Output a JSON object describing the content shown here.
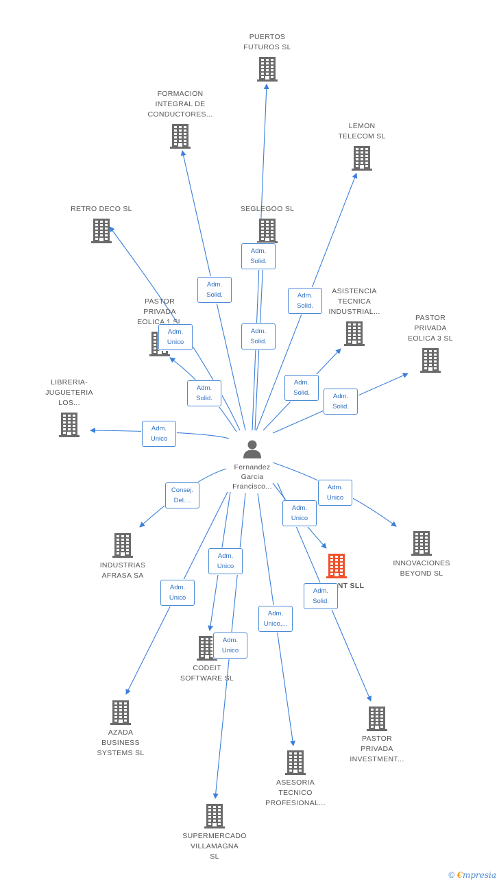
{
  "center": {
    "name": "Fernandez\nGarcia\nFrancisco..."
  },
  "nodes": [
    {
      "id": "puertos",
      "label": "PUERTOS\nFUTUROS SL",
      "highlight": false
    },
    {
      "id": "formacion",
      "label": "FORMACION\nINTEGRAL DE\nCONDUCTORES...",
      "highlight": false
    },
    {
      "id": "lemon",
      "label": "LEMON\nTELECOM SL",
      "highlight": false
    },
    {
      "id": "retro",
      "label": "RETRO DECO SL",
      "highlight": false
    },
    {
      "id": "seglegoo",
      "label": "SEGLEGOO SL",
      "highlight": false
    },
    {
      "id": "asistencia",
      "label": "ASISTENCIA\nTECNICA\nINDUSTRIAL...",
      "highlight": false
    },
    {
      "id": "pastor1",
      "label": "PASTOR\nPRIVADA\nEOLICA 1 SL",
      "highlight": false
    },
    {
      "id": "pastor3",
      "label": "PASTOR\nPRIVADA\nEOLICA 3 SL",
      "highlight": false
    },
    {
      "id": "libreria",
      "label": "LIBRERIA-\nJUGUETERIA\nLOS...",
      "highlight": false
    },
    {
      "id": "industrias",
      "label": "INDUSTRIAS\nAFRASA SA",
      "highlight": false
    },
    {
      "id": "innovaciones",
      "label": "INNOVACIONES\nBEYOND SL",
      "highlight": false
    },
    {
      "id": "incerunt",
      "label": "INCERUNT SLL",
      "highlight": true
    },
    {
      "id": "codeit",
      "label": "CODEIT\nSOFTWARE  SL",
      "highlight": false
    },
    {
      "id": "azada",
      "label": "AZADA\nBUSINESS\nSYSTEMS SL",
      "highlight": false
    },
    {
      "id": "pastorinv",
      "label": "PASTOR\nPRIVADA\nINVESTMENT...",
      "highlight": false
    },
    {
      "id": "asesoria",
      "label": "ASESORIA\nTECNICO\nPROFESIONAL...",
      "highlight": false
    },
    {
      "id": "supermercado",
      "label": "SUPERMERCADO\nVILLAMAGNA\nSL",
      "highlight": false
    }
  ],
  "edges": [
    {
      "to": "puertos",
      "label": "Adm.\nSolid."
    },
    {
      "to": "formacion",
      "label": "Adm.\nSolid."
    },
    {
      "to": "lemon",
      "label": "Adm.\nSolid."
    },
    {
      "to": "retro",
      "label": "Adm.\nSolid."
    },
    {
      "to": "seglegoo",
      "label": "Adm.\nSolid."
    },
    {
      "to": "asistencia",
      "label": "Adm.\nSolid."
    },
    {
      "to": "pastor1",
      "label": "Adm.\nUnico"
    },
    {
      "to": "pastor3",
      "label": "Adm.\nSolid."
    },
    {
      "to": "libreria",
      "label": "Adm.\nUnico"
    },
    {
      "to": "industrias",
      "label": "Consej.\nDel...."
    },
    {
      "to": "innovaciones",
      "label": "Adm.\nUnico"
    },
    {
      "to": "incerunt",
      "label": "Adm.\nUnico"
    },
    {
      "to": "codeit",
      "label": "Adm.\nUnico"
    },
    {
      "to": "azada",
      "label": "Adm.\nUnico"
    },
    {
      "to": "pastorinv",
      "label": "Adm.\nSolid."
    },
    {
      "to": "asesoria",
      "label": "Adm.\nUnico,..."
    },
    {
      "to": "supermercado",
      "label": "Adm.\nUnico"
    }
  ],
  "colors": {
    "edge": "#3a7fd9",
    "building": "#6b6b6b",
    "building_highlight": "#f0522a",
    "person": "#6b6b6b"
  },
  "footer": {
    "copyright": "©",
    "brand_first": "€",
    "brand_rest": "mpresia"
  }
}
